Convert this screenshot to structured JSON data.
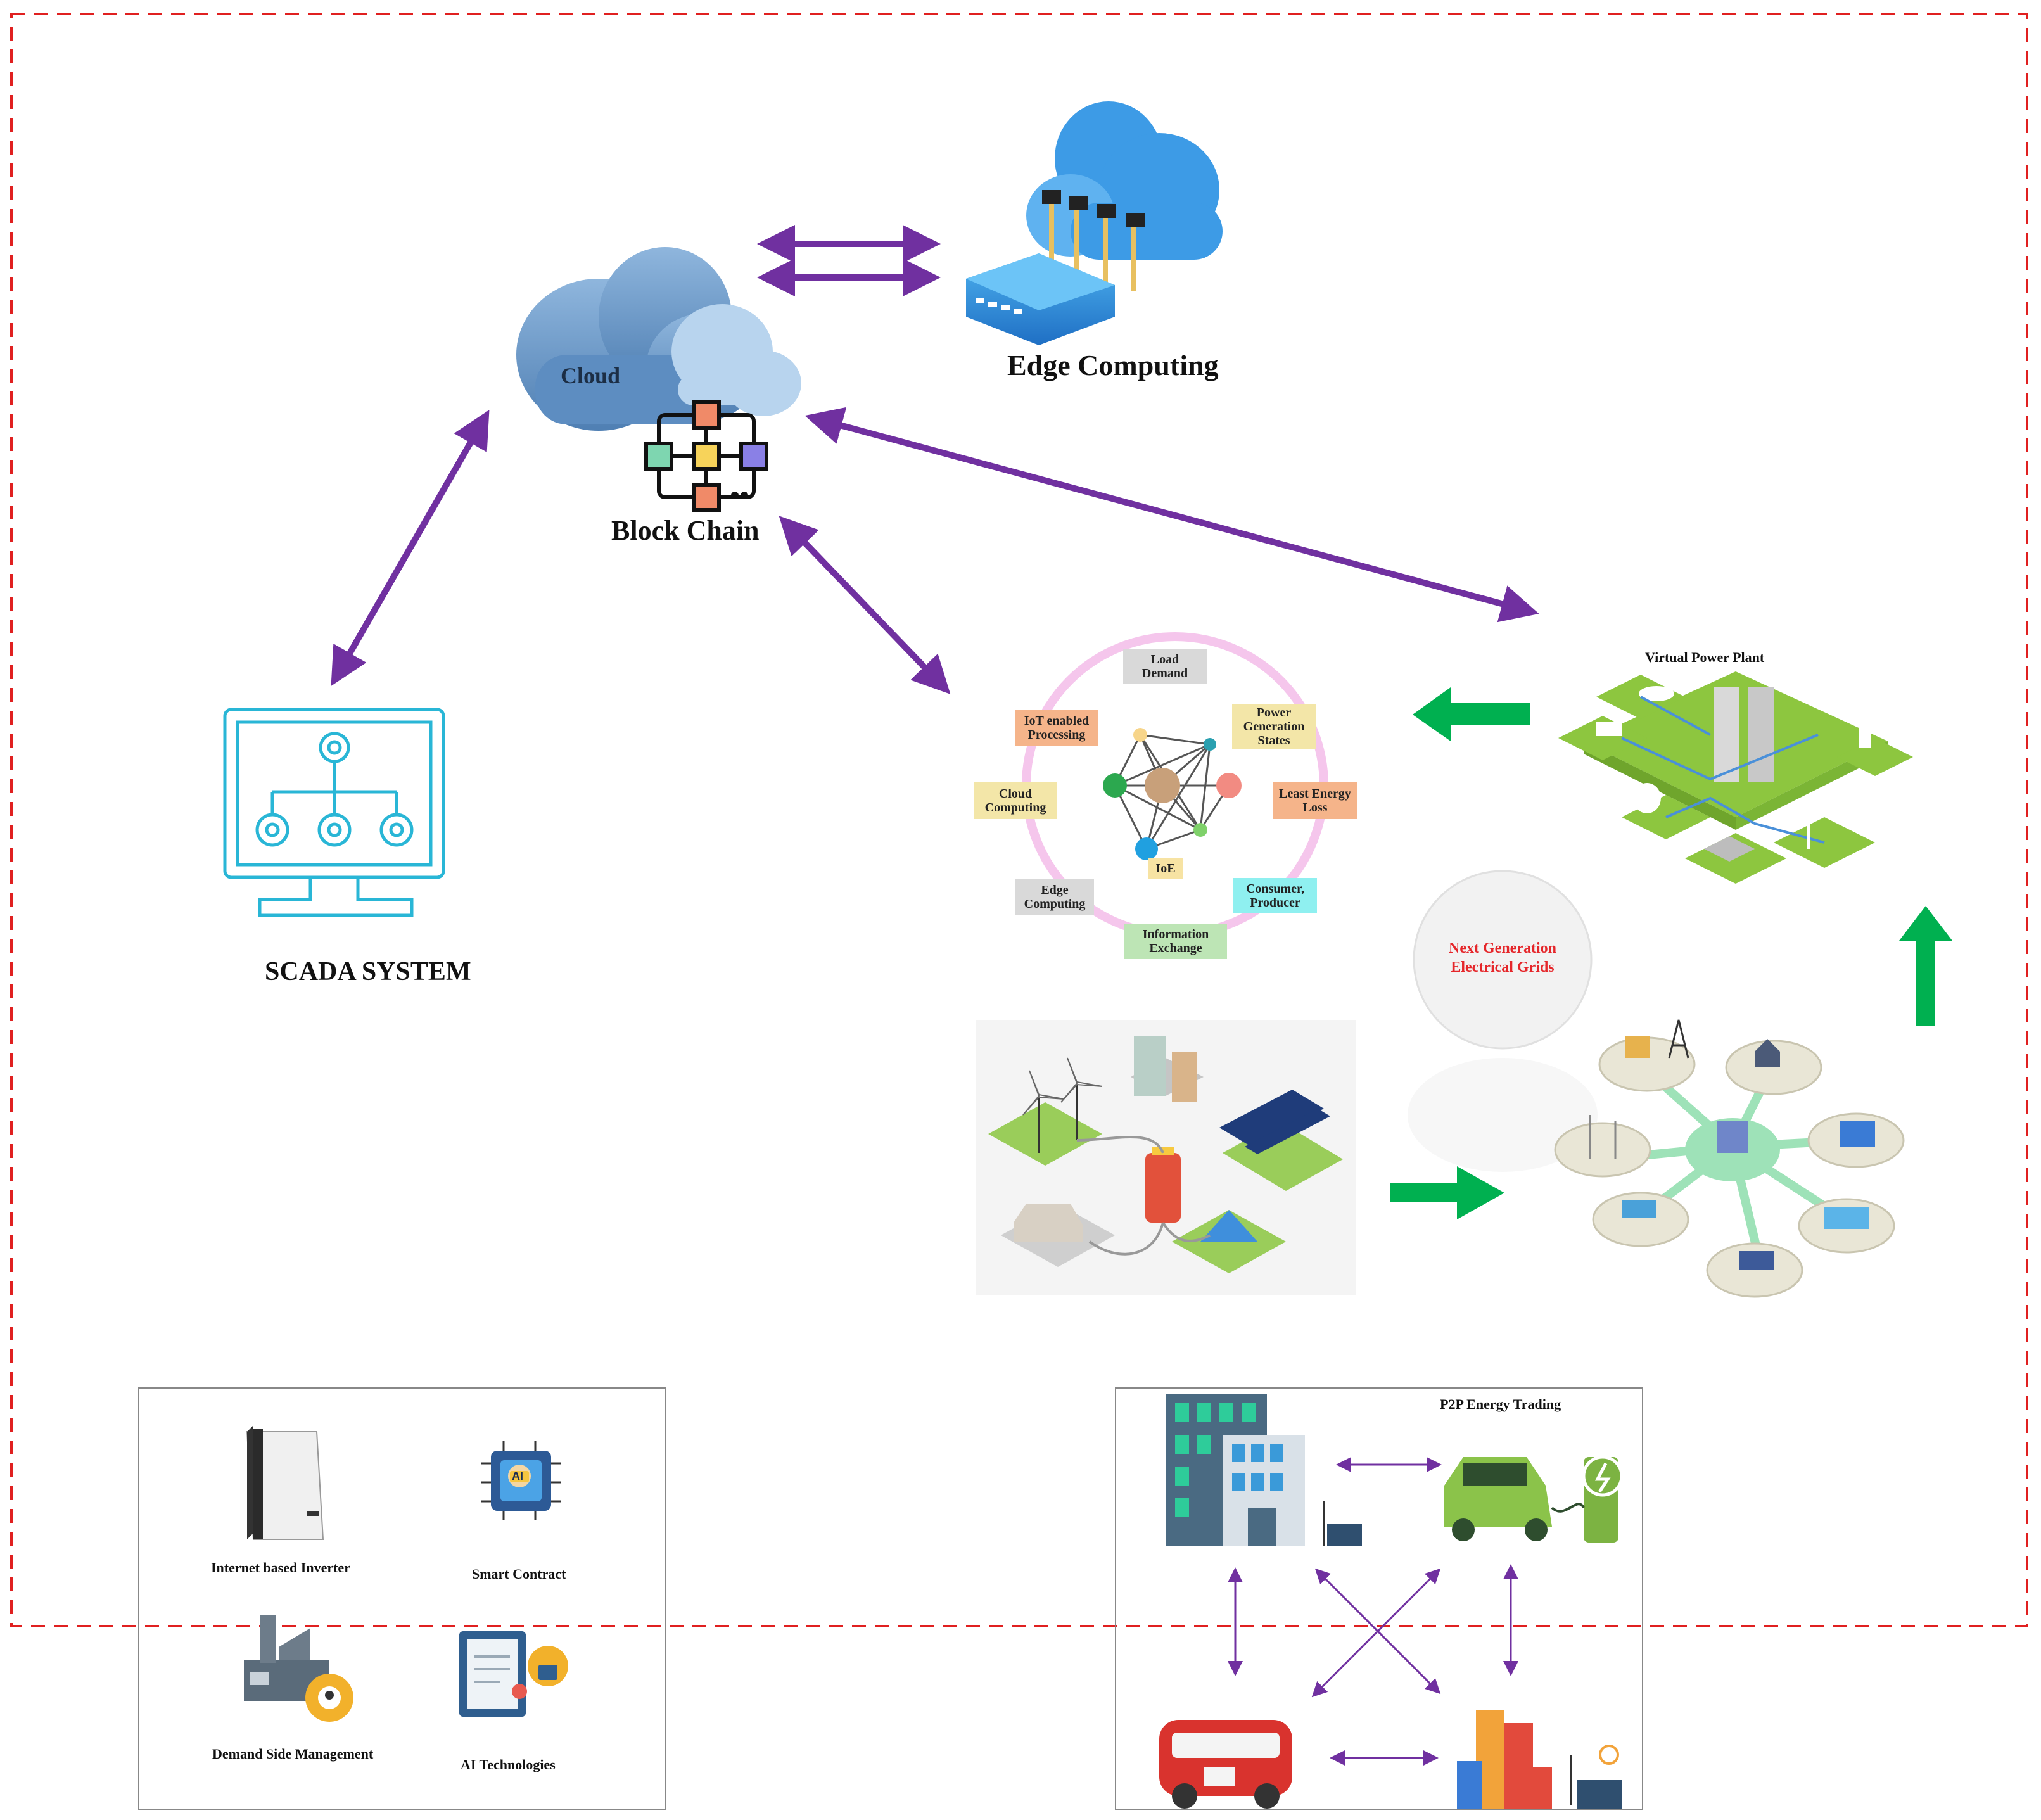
{
  "labels": {
    "cloud": "Cloud",
    "block_chain": "Block Chain",
    "edge_computing": "Edge Computing",
    "scada": "SCADA SYSTEM",
    "vpp": "Virtual Power Plant",
    "next_gen": "Next Generation Electrical Grids"
  },
  "ring": {
    "load_demand": "Load Demand",
    "power_generation": "Power Generation States",
    "least_energy_loss": "Least Energy Loss",
    "consumer_producer": "Consumer, Producer",
    "information_exchange": "Information Exchange",
    "edge_computing": "Edge Computing",
    "cloud_computing": "Cloud Computing",
    "iot_processing": "IoT enabled Processing",
    "ioe": "IoE"
  },
  "left_panel": {
    "inverter": "Internet based Inverter",
    "smart_contract": "Smart Contract",
    "dsm": "Demand Side Management",
    "ai": "AI Technologies",
    "ai_chip_text": "AI"
  },
  "right_panel": {
    "title": "P2P Energy Trading"
  },
  "colors": {
    "purple": "#7030a0",
    "green": "#00b050",
    "dash_red": "#e02020",
    "cloud_blue": "#6e9fcf",
    "grass": "#8dc63f"
  }
}
